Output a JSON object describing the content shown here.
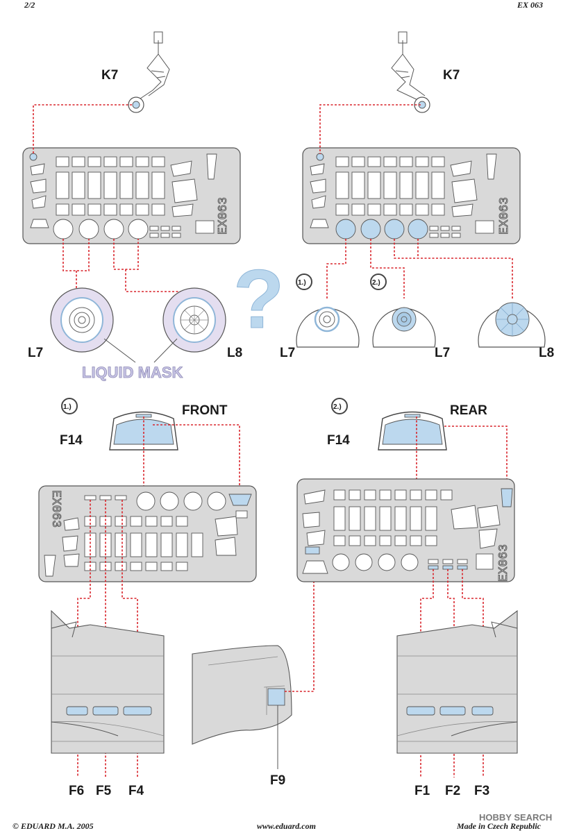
{
  "header": {
    "page": "2/2",
    "code": "EX 063"
  },
  "footer": {
    "copyright": "© EDUARD  M.A. 2005",
    "website": "www.eduard.com",
    "origin": "Made in Czech Republic",
    "watermark": "HOBBY SEARCH"
  },
  "fret": {
    "etching": "EX063"
  },
  "labels": {
    "k7_left": "K7",
    "k7_right": "K7",
    "l7_left": "L7",
    "l8_left": "L8",
    "l7_a": "L7",
    "l7_b": "L7",
    "l8_right": "L8",
    "liquid_mask": "LIQUID MASK",
    "question": "?",
    "step1_top": "1.)",
    "step2_top": "2.)",
    "step1_bottom": "1.)",
    "step2_bottom": "2.)",
    "front": "FRONT",
    "rear": "REAR",
    "f14_front": "F14",
    "f14_rear": "F14",
    "f1": "F1",
    "f2": "F2",
    "f3": "F3",
    "f4": "F4",
    "f5": "F5",
    "f6": "F6",
    "f9": "F9"
  },
  "colors": {
    "mask": "#bcd8ee",
    "leader": "#d9232a",
    "fret": "#d9d9d9",
    "liquid": "#d9d0ea"
  }
}
